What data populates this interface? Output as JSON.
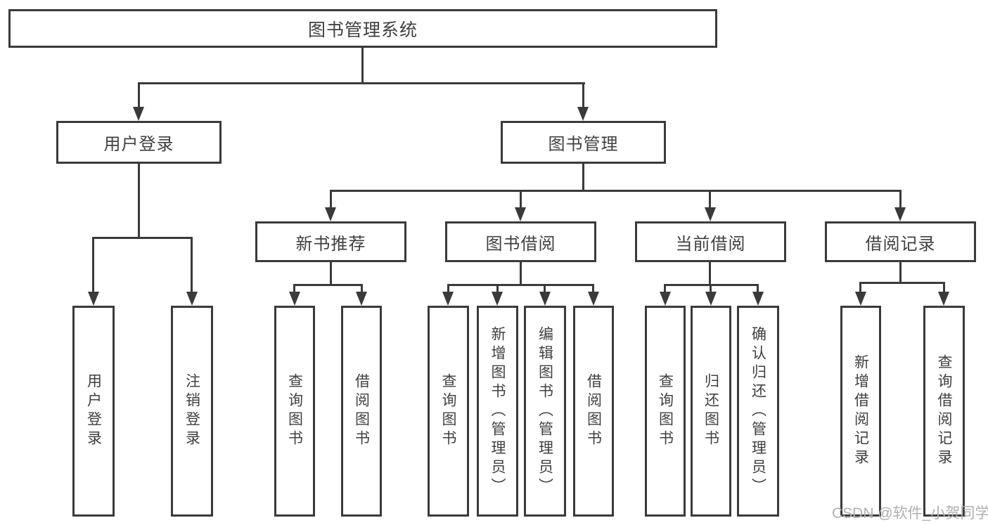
{
  "diagram": {
    "root": {
      "label": "图书管理系统"
    },
    "level2": {
      "user_login": {
        "label": "用户登录"
      },
      "book_mgmt": {
        "label": "图书管理"
      }
    },
    "level3": {
      "new_books": {
        "label": "新书推荐"
      },
      "book_borrow": {
        "label": "图书借阅"
      },
      "current_borrow": {
        "label": "当前借阅"
      },
      "borrow_records": {
        "label": "借阅记录"
      }
    },
    "leaves": {
      "user_login_1": {
        "label": "用户登录"
      },
      "user_login_2": {
        "label": "注销登录"
      },
      "new_books_1": {
        "label": "查询图书"
      },
      "new_books_2": {
        "label": "借阅图书"
      },
      "book_borrow_1": {
        "label": "查询图书"
      },
      "book_borrow_2": {
        "label": "新增图书（管理员）"
      },
      "book_borrow_3": {
        "label": "编辑图书（管理员）"
      },
      "book_borrow_4": {
        "label": "借阅图书"
      },
      "current_borrow_1": {
        "label": "查询图书"
      },
      "current_borrow_2": {
        "label": "归还图书"
      },
      "current_borrow_3": {
        "label": "确认归还（管理员）"
      },
      "borrow_records_1": {
        "label": "新增借阅记录"
      },
      "borrow_records_2": {
        "label": "查询借阅记录"
      }
    },
    "watermark": {
      "text": "CSDN @软件_小贺同学",
      "color": "#b0b0b0"
    },
    "colors": {
      "line": "#3a3a3a",
      "text": "#404040",
      "background": "#ffffff"
    }
  }
}
